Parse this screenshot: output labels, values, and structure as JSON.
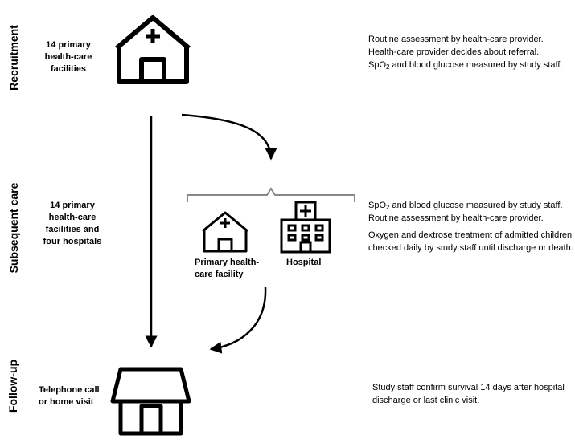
{
  "sections": {
    "recruitment": "Recruitment",
    "subsequent_care": "Subsequent care",
    "follow_up": "Follow-up"
  },
  "recruitment": {
    "facility_label": [
      "14 primary",
      "health-care",
      "facilities"
    ],
    "notes": [
      "Routine assessment by health-care provider.",
      "Health-care provider decides about referral.",
      [
        "SpO",
        "2",
        " and blood glucose measured by study staff."
      ]
    ]
  },
  "subsequent_care": {
    "facility_label": [
      "14 primary",
      "health-care",
      "facilities and",
      "four hospitals"
    ],
    "primary_label": [
      "Primary health-",
      "care facility"
    ],
    "hospital_label": "Hospital",
    "notes": [
      [
        "SpO",
        "2",
        " and blood glucose measured by study staff."
      ],
      "Routine assessment by health-care provider.",
      "Oxygen and dextrose treatment of admitted children",
      "checked daily by study staff until discharge or death."
    ]
  },
  "follow_up": {
    "label": [
      "Telephone call",
      "or home visit"
    ],
    "notes": [
      "Study staff confirm survival 14 days after hospital",
      "discharge or last clinic visit."
    ]
  },
  "icons": [
    "health-facility-icon",
    "primary-facility-icon",
    "hospital-icon",
    "home-icon"
  ],
  "colors": {
    "line": "#000000",
    "bracket": "#888888"
  }
}
